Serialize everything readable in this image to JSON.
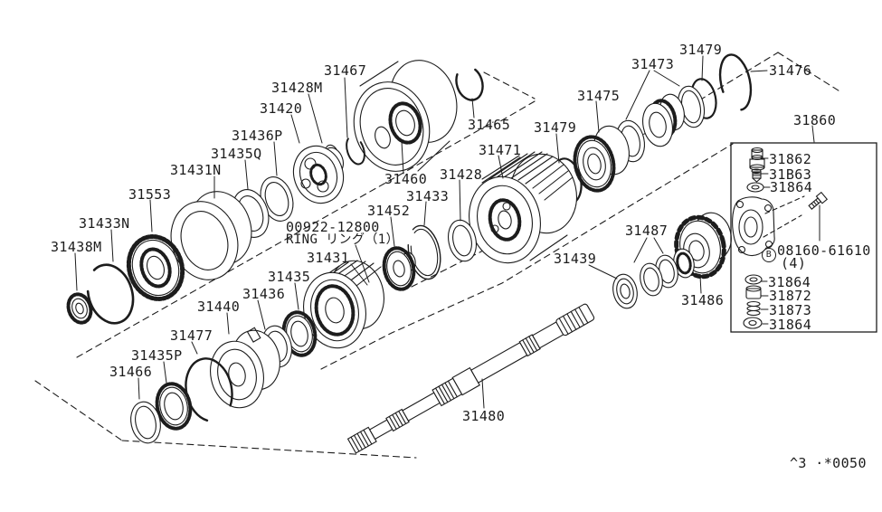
{
  "page": {
    "background": "#ffffff",
    "ink": "#1c1c1c",
    "description": "Exploded parts diagram - planetary gear, governor and output shaft"
  },
  "labels": {
    "p31467": "31467",
    "p31428M": "31428M",
    "p31420": "31420",
    "p31436P": "31436P",
    "p31435Q": "31435Q",
    "p31431N": "31431N",
    "p31553": "31553",
    "p31433N": "31433N",
    "p31438M": "31438M",
    "p31460": "31460",
    "p31465": "31465",
    "p31452": "31452",
    "ring_note_line1": "00922-12800",
    "ring_note_line2": "RING リング（1）",
    "p31431": "31431",
    "p31479_left": "31479",
    "p31471": "31471",
    "p31428": "31428",
    "p31433": "31433",
    "p31475": "31475",
    "p31473": "31473",
    "p31479_top": "31479",
    "p31476": "31476",
    "p31860": "31860",
    "p31862": "31862",
    "p31B63": "31B63",
    "p31864_a": "31864",
    "bolt_circle": "B",
    "bolt_number": "08160-61610",
    "bolt_qty": "(4)",
    "p31864_b": "31864",
    "p31872": "31872",
    "p31873": "31873",
    "p31864_c": "31864",
    "p31487": "31487",
    "p31439": "31439",
    "p31486": "31486",
    "p31440": "31440",
    "p31436": "31436",
    "p31435": "31435",
    "p31477": "31477",
    "p31435P": "31435P",
    "p31466": "31466",
    "p31480": "31480"
  },
  "footer": {
    "code": "^3 ·*0050"
  }
}
